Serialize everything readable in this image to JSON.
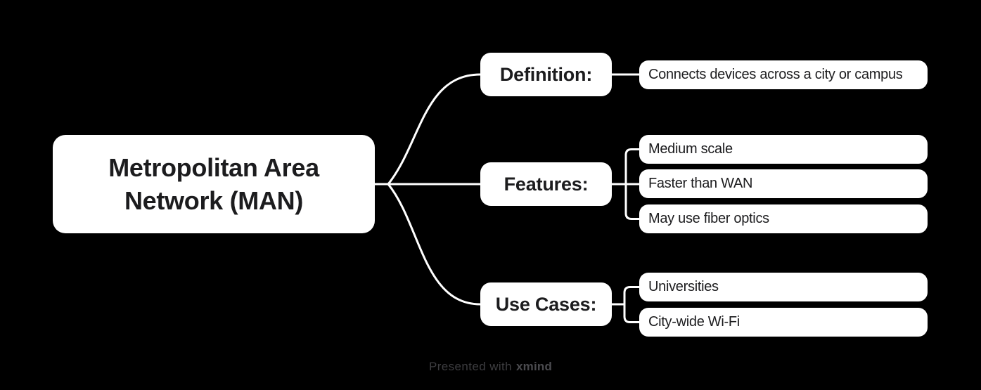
{
  "colors": {
    "background": "#000000",
    "node_fill": "#ffffff",
    "node_text": "#1c1c1e",
    "connector": "#ffffff",
    "watermark_text": "#3d3d40",
    "watermark_brand": "#4b4b4f"
  },
  "root": {
    "label": "Metropolitan Area Network (MAN)"
  },
  "branches": [
    {
      "label": "Definition:",
      "children": [
        "Connects devices across a city or campus"
      ]
    },
    {
      "label": "Features:",
      "children": [
        "Medium scale",
        "Faster than WAN",
        "May use fiber optics"
      ]
    },
    {
      "label": "Use Cases:",
      "children": [
        "Universities",
        "City-wide Wi-Fi"
      ]
    }
  ],
  "footer": {
    "prefix": "Presented with",
    "brand": "xmind"
  }
}
